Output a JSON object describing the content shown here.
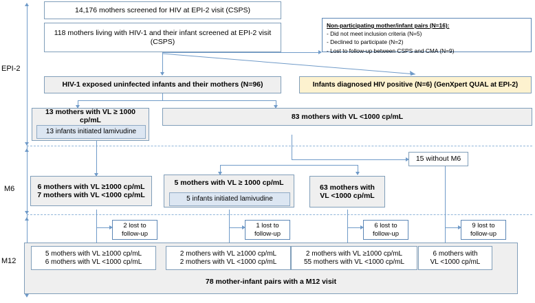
{
  "diagram": {
    "title": "HIV mother-infant cohort flow diagram",
    "timeline_labels": [
      {
        "id": "epi2",
        "label": "EPI-2"
      },
      {
        "id": "m6",
        "label": "M6"
      },
      {
        "id": "m12",
        "label": "M12"
      }
    ],
    "colors": {
      "box_border": "#7f9db9",
      "arrow": "#6f9ac8",
      "grey_fill": "#efefef",
      "blue_fill": "#dce6f2",
      "orange_fill": "#fdf2cf",
      "white_fill": "#ffffff"
    },
    "nodes": {
      "screened": "14,176  mothers screened for HIV at EPI-2 visit (CSPS)",
      "living_with_hiv": "118 mothers living with HIV-1 and their infant screened at EPI-2 visit (CSPS)",
      "exposed_uninfected": "HIV-1 exposed uninfected infants and their mothers (N=96)",
      "hiv_positive_infants": "Infants diagnosed HIV positive (N=6) (GenXpert QUAL at EPI-2)",
      "epi2_high_vl": "13 mothers with VL ≥ 1000 cp/mL",
      "epi2_high_vl_infants": "13 infants initiated lamivudine",
      "epi2_low_vl": "83 mothers with VL <1000 cp/mL",
      "m6_from_high_line1": "6 mothers with VL ≥1000 cp/mL",
      "m6_from_high_line2": "7 mothers with VL <1000 cp/mL",
      "m6_new_high_vl": "5 mothers with VL ≥ 1000 cp/mL",
      "m6_new_high_vl_infants": "5 infants initiated lamivudine",
      "m6_low_vl_line1": "63 mothers with",
      "m6_low_vl_line2": "VL <1000 cp/mL",
      "without_m6": "15 without M6",
      "m12_a_line1": "5 mothers with VL ≥1000 cp/mL",
      "m12_a_line2": "6 mothers with VL <1000 cp/mL",
      "m12_b_line1": "2 mothers with VL ≥1000 cp/mL",
      "m12_b_line2": "2 mothers with VL <1000 cp/mL",
      "m12_c_line1": "2 mothers with VL ≥1000 cp/mL",
      "m12_c_line2": "55 mothers with VL <1000 cp/mL",
      "m12_d_line1": "6 mothers with",
      "m12_d_line2": "VL <1000 cp/mL",
      "m12_total": "78 mother-infant pairs with a M12 visit"
    },
    "lost_to_followup": [
      {
        "id": "ltfu-1",
        "line1": "2 lost to",
        "line2": "follow-up"
      },
      {
        "id": "ltfu-2",
        "line1": "1 lost to",
        "line2": "follow-up"
      },
      {
        "id": "ltfu-3",
        "line1": "6 lost to",
        "line2": "follow-up"
      },
      {
        "id": "ltfu-4",
        "line1": "9 lost to",
        "line2": "follow-up"
      }
    ],
    "note": {
      "title": "Non-participating mother/infant pairs (N=16):",
      "items": [
        "- Did not meet inclusion criteria (N=5)",
        "- Declined to participate (N=2)",
        "- Lost to follow-up between CSPS and CMA (N=9)"
      ]
    }
  }
}
